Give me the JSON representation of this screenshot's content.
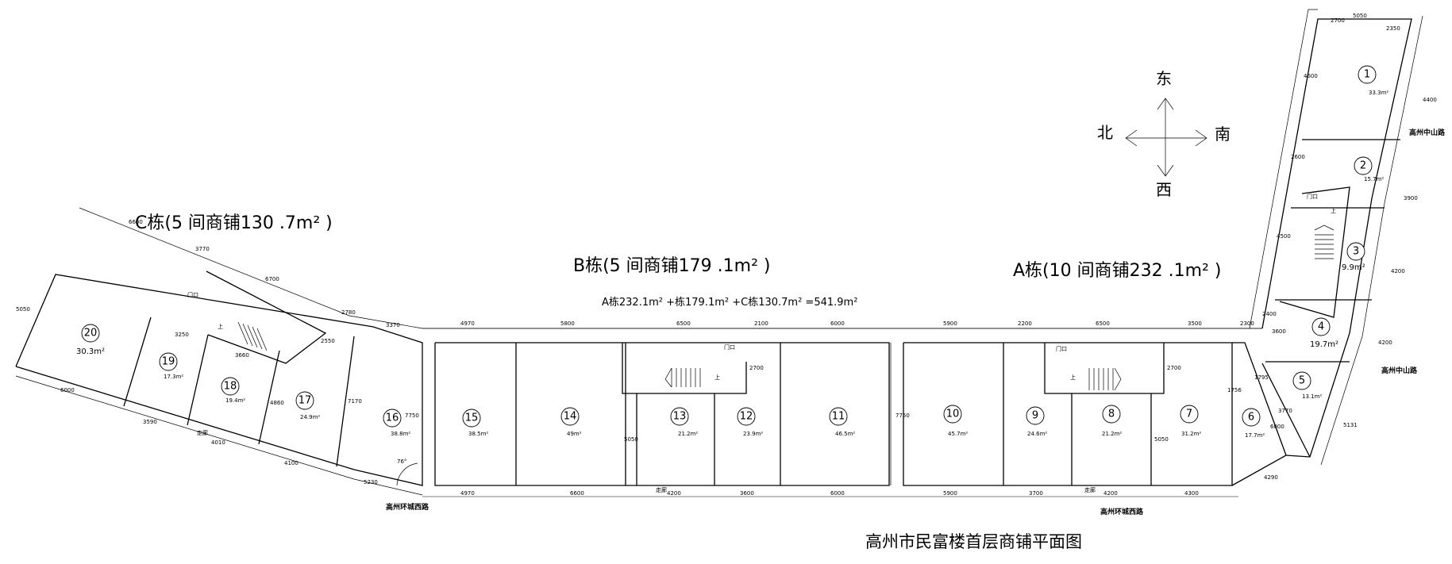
{
  "title": "高州市民富楼首层商铺平面图",
  "summary": "A栋232.1m² +栋179.1m² +C栋130.7m² =541.9m²",
  "buildings": {
    "A": {
      "label": "A栋(10 间商铺232 .1m² )"
    },
    "B": {
      "label": "B栋(5 间商铺179 .1m² )"
    },
    "C": {
      "label": "C栋(5 间商铺130 .7m² )"
    }
  },
  "compass": {
    "north": "北",
    "south": "南",
    "east": "东",
    "west": "西"
  },
  "roads": {
    "west_road_left": "高州环城西路",
    "west_road_right": "高州环城西路",
    "zhongshan_top": "高州中山路",
    "zhongshan_bottom": "高州中山路"
  },
  "door_label": "门口",
  "stair_label": "上",
  "corridor_label": "走廊",
  "angle_label": "76°",
  "shops": [
    {
      "no": "1",
      "area": "33.3m²"
    },
    {
      "no": "2",
      "area": "15.7m²"
    },
    {
      "no": "3",
      "area": "9.9m²"
    },
    {
      "no": "4",
      "area": "19.7m²"
    },
    {
      "no": "5",
      "area": "13.1m²"
    },
    {
      "no": "6",
      "area": "17.7m²"
    },
    {
      "no": "7",
      "area": "31.2m²"
    },
    {
      "no": "8",
      "area": "21.2m²"
    },
    {
      "no": "9",
      "area": "24.6m²"
    },
    {
      "no": "10",
      "area": "45.7m²"
    },
    {
      "no": "11",
      "area": "46.5m²"
    },
    {
      "no": "12",
      "area": "23.9m²"
    },
    {
      "no": "13",
      "area": "21.2m²"
    },
    {
      "no": "14",
      "area": "49m²"
    },
    {
      "no": "15",
      "area": "38.5m²"
    },
    {
      "no": "16",
      "area": "38.8m²"
    },
    {
      "no": "17",
      "area": "24.9m²"
    },
    {
      "no": "18",
      "area": "19.4m²"
    },
    {
      "no": "19",
      "area": "17.3m²"
    },
    {
      "no": "20",
      "area": "30.3m²"
    }
  ],
  "dimensions": {
    "top_row": [
      "4970",
      "5800",
      "6500",
      "2100",
      "6000",
      "5900",
      "2200",
      "6500",
      "3500",
      "2300"
    ],
    "bottom_row": [
      "4970",
      "6600",
      "4200",
      "3600",
      "6000",
      "5900",
      "3700",
      "4200",
      "4300"
    ],
    "depth": [
      "7750",
      "7750",
      "5050",
      "5050",
      "2700",
      "2700"
    ],
    "c_top": [
      "6600",
      "3770",
      "6700",
      "2780",
      "3370"
    ],
    "c_bottom": [
      "6000",
      "3590",
      "4010",
      "4100",
      "5230"
    ],
    "c_inner": [
      "3250",
      "3660",
      "2550",
      "4860",
      "7170",
      "5050"
    ],
    "a_right": [
      "5050",
      "2700",
      "2350",
      "4400",
      "3900",
      "4200",
      "4200",
      "5131",
      "4290"
    ],
    "a_left": [
      "4600",
      "2600",
      "4500",
      "2400",
      "3600",
      "1795",
      "1756",
      "3770",
      "6000"
    ]
  }
}
